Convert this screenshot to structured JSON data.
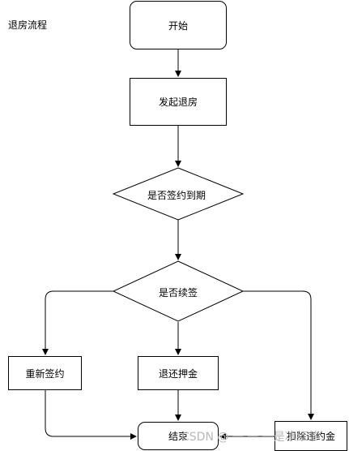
{
  "diagram": {
    "title": "退房流程",
    "nodes": {
      "start": "开始",
      "initiate_checkout": "发起退房",
      "contract_expired": "是否签约到期",
      "renew": "是否续签",
      "re_sign": "重新签约",
      "refund_deposit": "退还押金",
      "end": "结束",
      "deduct_breach": "扣除违约金"
    }
  },
  "watermark": "CSDN @ 一 一 一是冰红茶"
}
